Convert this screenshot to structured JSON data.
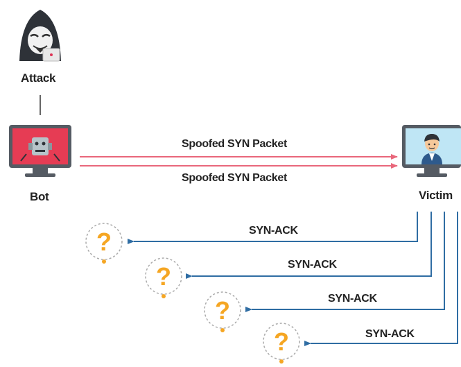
{
  "nodes": {
    "attacker": {
      "label": "Attack",
      "icon": "hooded-hacker-icon"
    },
    "bot": {
      "label": "Bot",
      "icon": "robot-monitor-icon",
      "screen_color": "#e63c54"
    },
    "victim": {
      "label": "Victim",
      "icon": "user-monitor-icon",
      "screen_color": "#bfe6f5"
    }
  },
  "arrows": {
    "syn": [
      {
        "label": "Spoofed SYN Packet"
      },
      {
        "label": "Spoofed SYN Packet"
      }
    ],
    "synack": [
      {
        "label": "SYN-ACK"
      },
      {
        "label": "SYN-ACK"
      },
      {
        "label": "SYN-ACK"
      },
      {
        "label": "SYN-ACK"
      }
    ]
  },
  "unknown_icon": "question-mark-icon",
  "colors": {
    "syn_arrow": "#e9677b",
    "synack_arrow": "#2f6da3",
    "question": "#f5a623",
    "monitor_frame": "#555b63"
  }
}
